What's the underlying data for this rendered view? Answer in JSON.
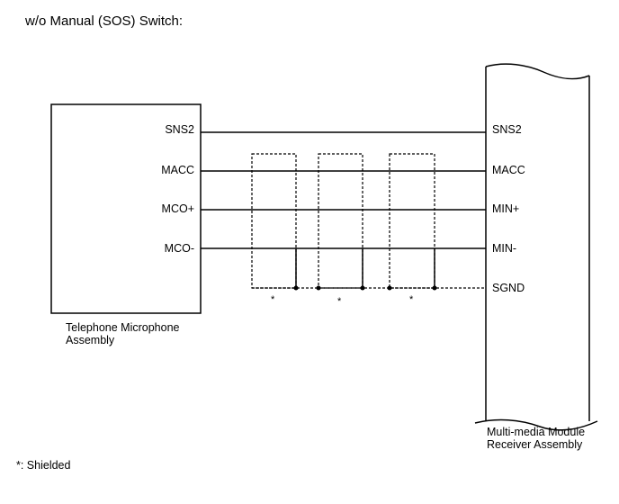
{
  "title": "w/o Manual (SOS) Switch:",
  "left_component": {
    "label_line1": "Telephone Microphone",
    "label_line2": "Assembly",
    "pins": [
      "SNS2",
      "MACC",
      "MCO+",
      "MCO-"
    ]
  },
  "right_component": {
    "label_line1": "Multi-media Module",
    "label_line2": "Receiver Assembly",
    "pins": [
      "SNS2",
      "MACC",
      "MIN+",
      "MIN-",
      "SGND"
    ]
  },
  "shield_marks": [
    "*",
    "*",
    "*"
  ],
  "footnote": "*: Shielded"
}
